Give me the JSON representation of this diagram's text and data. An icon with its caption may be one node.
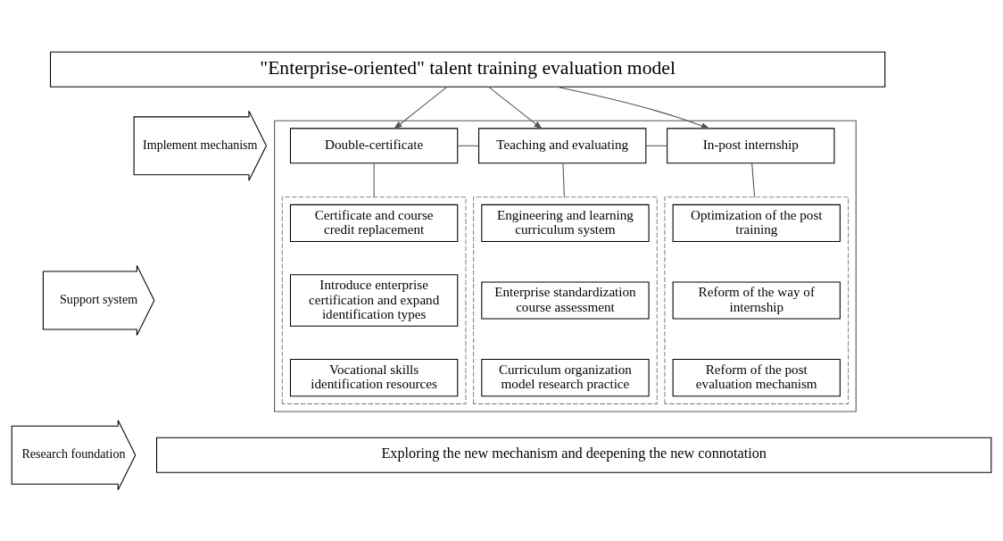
{
  "diagram": {
    "nodes": [
      {
        "text": [
          "\"Enterprise-oriented\" talent training evaluation model"
        ]
      },
      {
        "text": [],
        "shape": "box"
      },
      {
        "text": [
          "Double-certificate"
        ],
        "in": 1
      },
      {
        "text": [
          "Teaching and evaluating"
        ],
        "in": 1
      },
      {
        "text": [
          "In-post internship"
        ],
        "in": 1
      },
      {
        "text": [],
        "shape": "box",
        "in": 1
      },
      {
        "text": [
          "Certificate and course credit replacement"
        ],
        "in": 5
      },
      {
        "text": [
          "Introduce enterprise certification and expand identification types"
        ],
        "in": 5
      },
      {
        "text": [
          "Vocational skills identification resources"
        ],
        "in": 5
      },
      {
        "text": [],
        "shape": "box",
        "in": 1
      },
      {
        "text": [
          "Engineering and learning curriculum system"
        ],
        "in": 9
      },
      {
        "text": [
          "Enterprise standardization course assessment"
        ],
        "in": 9
      },
      {
        "text": [
          "Curriculum organization model research practice"
        ],
        "in": 9
      },
      {
        "text": [],
        "shape": "box",
        "in": 1
      },
      {
        "text": [
          "Optimization of the post training"
        ],
        "in": 13
      },
      {
        "text": [
          "Reform of the way of internship"
        ],
        "in": 13
      },
      {
        "text": [
          "Reform of the post evaluation mechanism"
        ],
        "in": 13
      },
      {
        "text": [
          "Implement mechanism"
        ]
      },
      {
        "text": [
          "Support system"
        ]
      },
      {
        "text": [
          "Research foundation"
        ]
      },
      {
        "text": [
          "Exploring the new mechanism and deepening the new connotation"
        ]
      }
    ],
    "edges": [
      {
        "from": 0,
        "to": 2,
        "arrow": "to"
      },
      {
        "from": 0,
        "to": 3,
        "arrow": "to"
      },
      {
        "from": 0,
        "to": 4,
        "arrow": "to"
      },
      {
        "from": 2,
        "to": 3,
        "arrow": "none"
      },
      {
        "from": 3,
        "to": 4,
        "arrow": "none"
      },
      {
        "from": 2,
        "to": 5,
        "arrow": "none"
      },
      {
        "from": 3,
        "to": 9,
        "arrow": "none"
      },
      {
        "from": 4,
        "to": 13,
        "arrow": "none"
      }
    ]
  }
}
